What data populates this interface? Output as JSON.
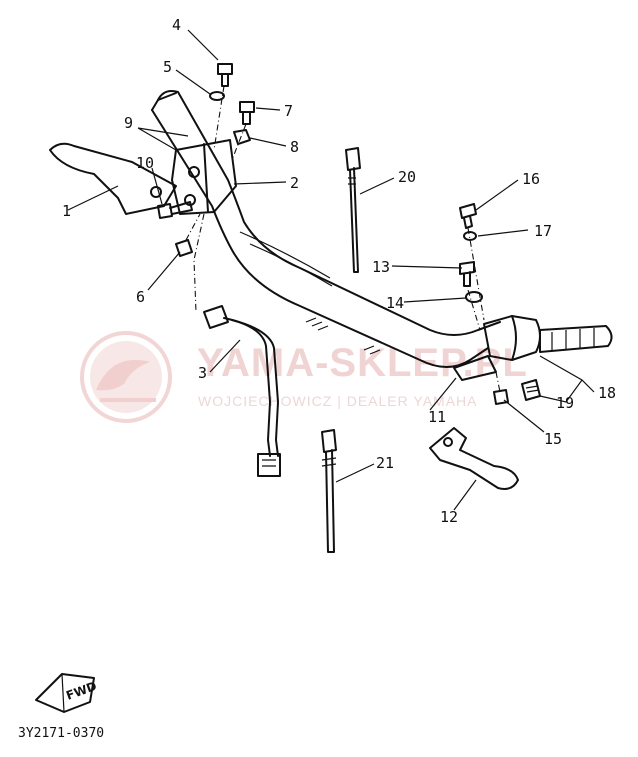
{
  "watermark": {
    "title": "YAMA-SKLEP.PL",
    "subtitle": "WOJCIECHOWICZ | DEALER YAMAHA",
    "brand_color": "#e8b4b4"
  },
  "callouts": [
    "1",
    "2",
    "3",
    "4",
    "5",
    "6",
    "7",
    "8",
    "9",
    "10",
    "11",
    "12",
    "13",
    "14",
    "15",
    "16",
    "17",
    "18",
    "19",
    "20",
    "21"
  ],
  "fwd_badge": "FWD",
  "drawing_code": "3Y2171-0370"
}
